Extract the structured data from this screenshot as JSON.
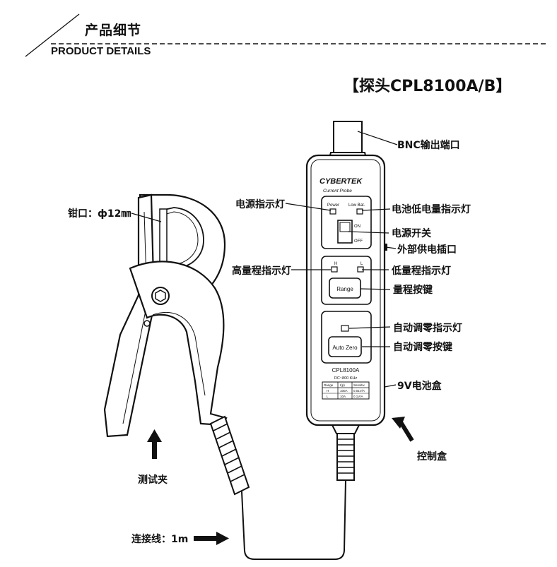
{
  "header": {
    "title_cn": "产品细节",
    "title_en": "PRODUCT DETAILS"
  },
  "product_title": "【探头CPL8100A/B】",
  "device": {
    "brand": "CYBERTEK",
    "subtitle": "Current Probe",
    "power_label": "Power",
    "lowbat_label": "Low Bat.",
    "on_label": "ON",
    "off_label": "OFF",
    "h_label": "H",
    "l_label": "L",
    "range_button": "Range",
    "autozero_button": "Auto Zero",
    "model": "CPL8100A",
    "bandwidth": "DC~800 KHz",
    "spec_table": {
      "headers": [
        "Range",
        "I(p)",
        "Sensitiv"
      ],
      "rows": [
        [
          "H",
          "100A",
          "0.01V/A"
        ],
        [
          "L",
          "10A",
          "0.1V/A"
        ]
      ]
    }
  },
  "callouts": {
    "bnc": "BNC输出端口",
    "power_indicator": "电源指示灯",
    "lowbat_indicator": "电池低电量指示灯",
    "jaw": "钳口：ф12㎜",
    "power_switch": "电源开关",
    "external_power": "外部供电插口",
    "high_range": "高量程指示灯",
    "low_range": "低量程指示灯",
    "range_key": "量程按键",
    "autozero_indicator": "自动调零指示灯",
    "autozero_key": "自动调零按键",
    "battery": "9V电池盒",
    "control_box": "控制盒",
    "clamp": "测试夹",
    "cable": "连接线：1m"
  }
}
